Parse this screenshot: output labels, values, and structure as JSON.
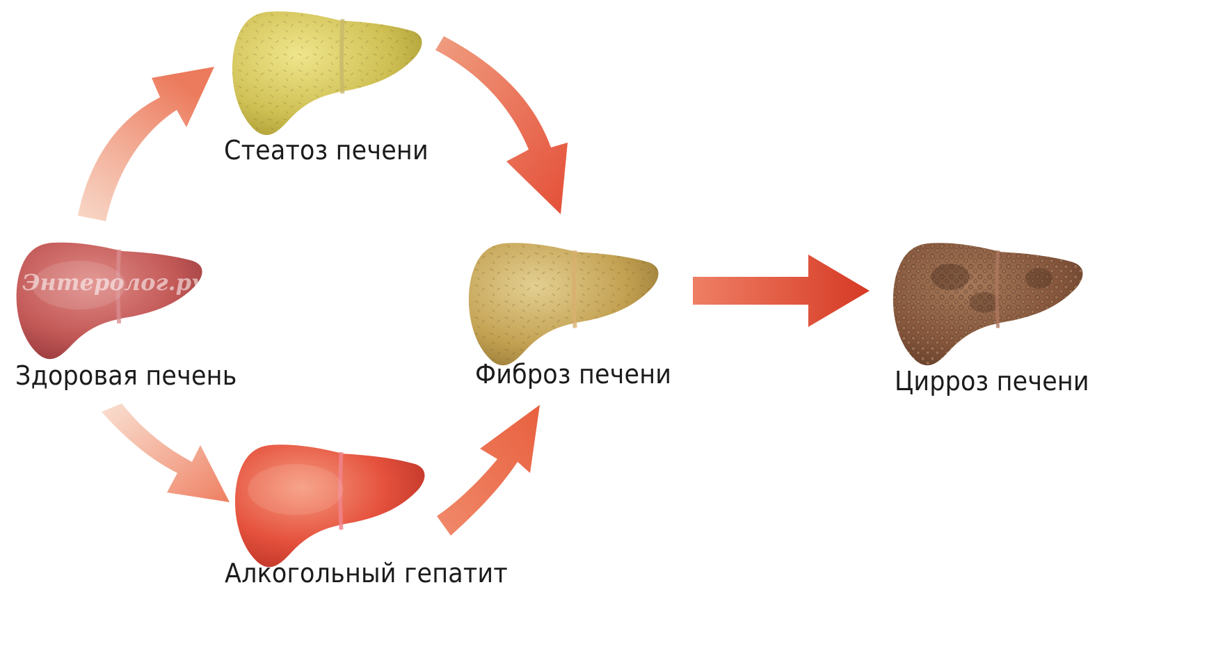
{
  "stages": {
    "healthy": {
      "label": "Здоровая печень",
      "color": "#c9605e"
    },
    "steatosis": {
      "label": "Стеатоз печени",
      "color": "#cfc251"
    },
    "hepatitis": {
      "label": "Алкогольный гепатит",
      "color": "#e5523d"
    },
    "fibrosis": {
      "label": "Фиброз печени",
      "color": "#c3a152"
    },
    "cirrhosis": {
      "label": "Цирроз печени",
      "color": "#85563c"
    }
  },
  "watermark": "Энтеролог.ру",
  "arrow_color": "#e0533d"
}
